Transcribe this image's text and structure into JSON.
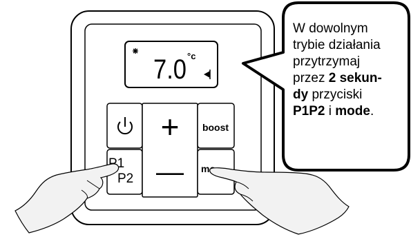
{
  "thermostat": {
    "display": {
      "frost_icon": "snowflake-icon",
      "temperature": "7.0",
      "unit": "°c",
      "indicator_icon": "triangle-left-icon"
    },
    "buttons": {
      "power_icon": "power-icon",
      "plus": "+",
      "minus": "—",
      "boost_label": "boost",
      "p1_label": "P1",
      "p2_label": "P2",
      "mode_label": "mo "
    }
  },
  "callout": {
    "line1": "W dowolnym",
    "line2": "trybie działania",
    "line3": "przytrzymaj",
    "line4_pre": "przez ",
    "line4_bold": "2 sekun-",
    "line5_bold": "dy",
    "line5_post": " przyciski",
    "line6_bold1": "P1P2",
    "line6_mid": " i ",
    "line6_bold2": "mode",
    "line6_post": "."
  },
  "colors": {
    "outline": "#000000",
    "background": "#ffffff",
    "hand_fill": "#f2f2f2"
  }
}
